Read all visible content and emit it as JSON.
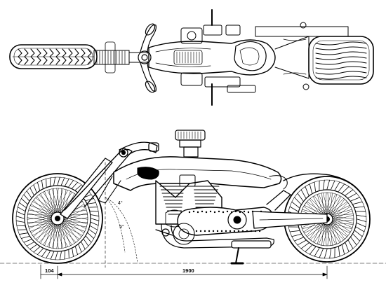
{
  "drawing": {
    "line_color": "#000000",
    "background": "#ffffff"
  },
  "views": {
    "top": {
      "name": "top-view"
    },
    "side": {
      "name": "side-view"
    }
  },
  "annotations": {
    "angle_a": "4°",
    "angle_b": "5°"
  },
  "dimensions": {
    "front_offset": "104",
    "wheelbase": "1900"
  }
}
